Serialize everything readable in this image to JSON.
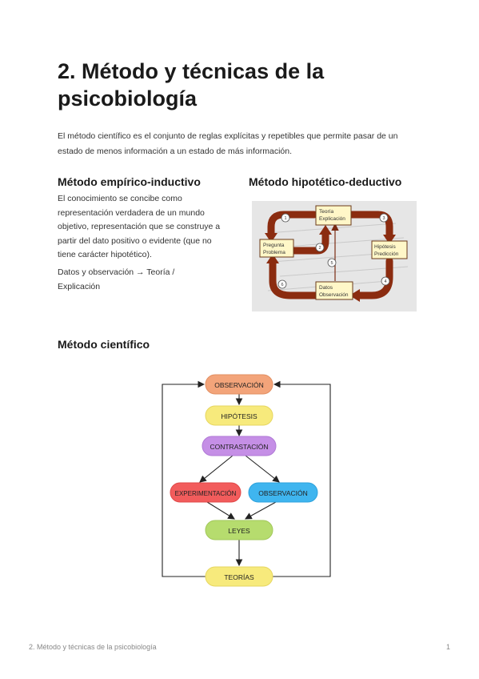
{
  "document": {
    "title": "2. Método y técnicas de la psicobiología",
    "intro": "El método científico es el conjunto de reglas explícitas y repetibles que permite pasar de un estado de menos información a un estado de más información.",
    "sections": {
      "empirico": {
        "heading": "Método empírico-inductivo",
        "paragraph": "El conocimiento se concibe como representación verdadera de un mundo objetivo, representación que se construye a partir del dato positivo o evidente (que no tiene carácter hipotético).",
        "flow": "Datos y observación → Teoría / Explicación"
      },
      "hipotetico": {
        "heading": "Método hipotético-deductivo",
        "diagram": {
          "boxes": {
            "teoria": [
              "Teoría",
              "Explicación"
            ],
            "pregunta": [
              "Pregunta",
              "Problema"
            ],
            "hipotesis": [
              "Hipótesis",
              "Predicción"
            ],
            "datos": [
              "Datos",
              "Observación"
            ]
          },
          "steps": [
            "1",
            "2",
            "3",
            "4",
            "5",
            "6"
          ]
        }
      },
      "cientifico": {
        "heading": "Método científico",
        "nodes": {
          "observacion": "OBSERVACIÓN",
          "hipotesis": "HIPÓTESIS",
          "contrastacion": "CONTRASTACIÓN",
          "experimentacion": "EXPERIMENTACIÓN",
          "observacion2": "OBSERVACIÓN",
          "leyes": "LEYES",
          "teorias": "TEORÍAS"
        },
        "colors": {
          "observacion": "#f3a47a",
          "hipotesis": "#f7ea7c",
          "contrastacion": "#c58fe6",
          "experimentacion": "#f25c5c",
          "observacion2": "#3fb5ef",
          "leyes": "#b6dc6e",
          "teorias": "#f7ea7c"
        }
      }
    },
    "footer": {
      "left": "2. Método y técnicas de la psicobiología",
      "page": "1"
    }
  }
}
